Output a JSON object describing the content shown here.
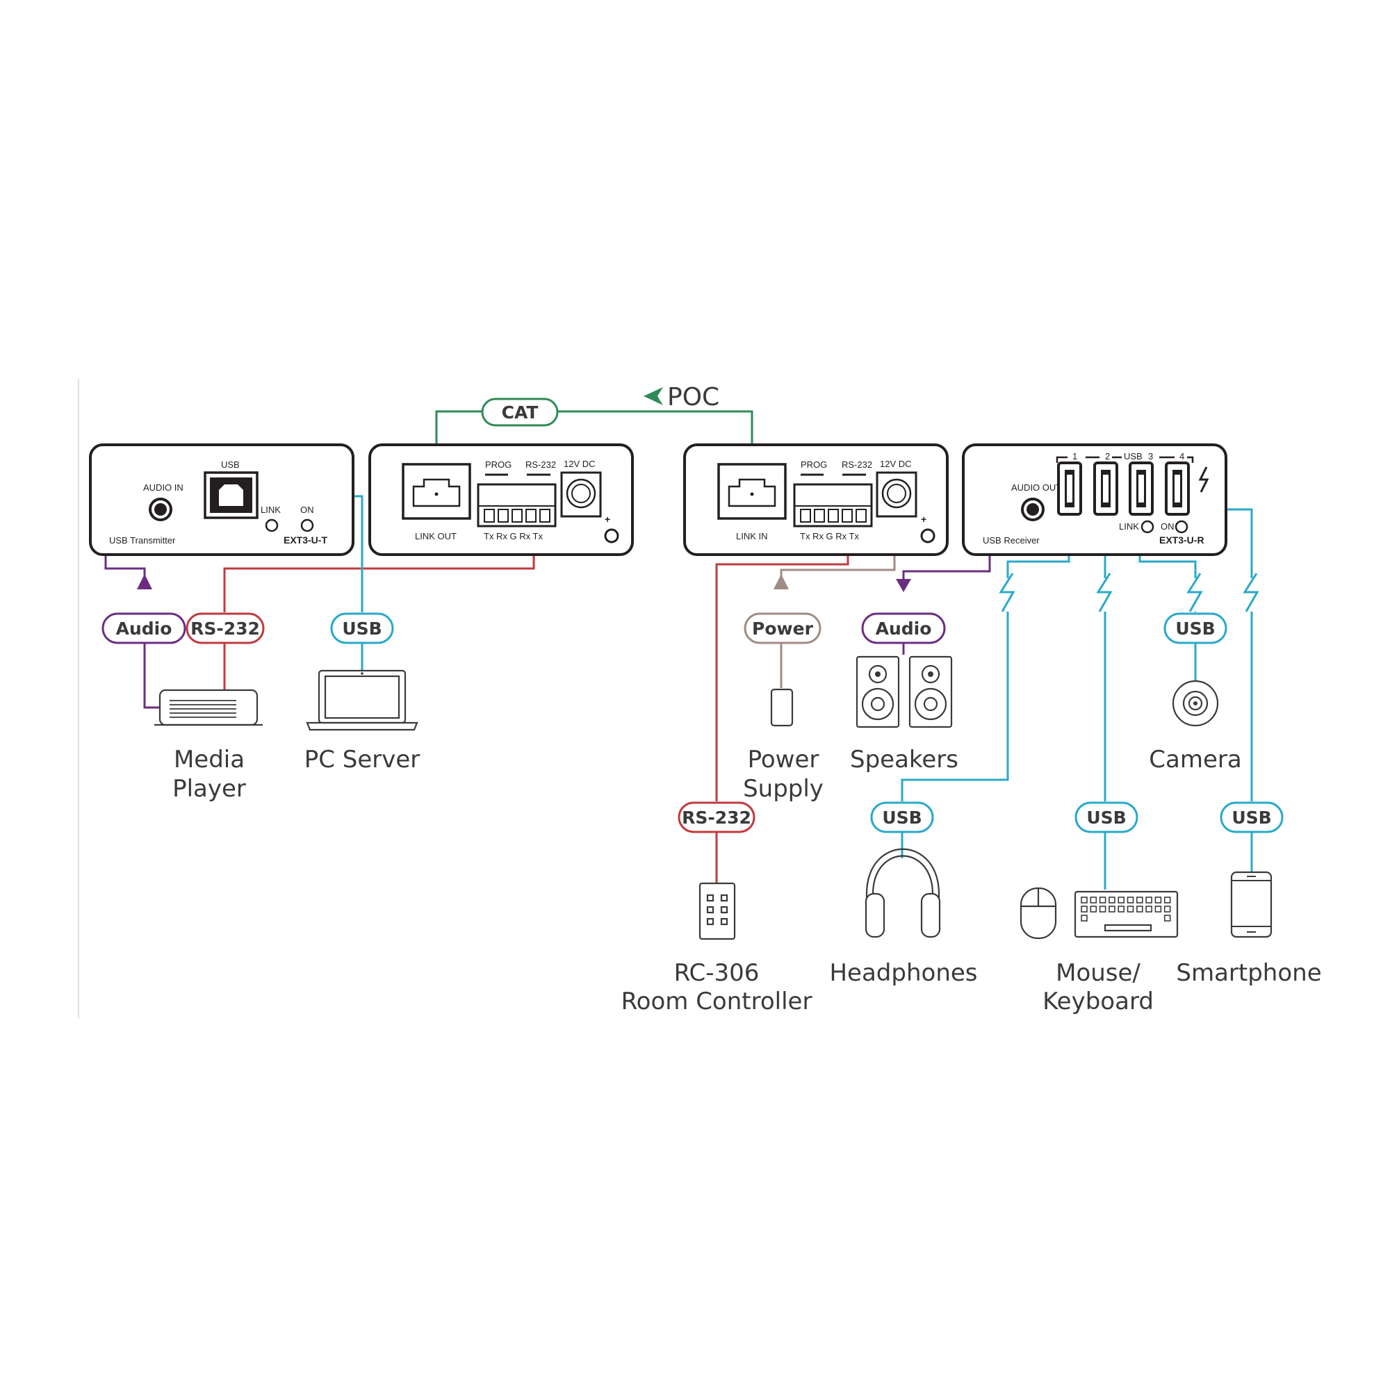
{
  "title": "POC",
  "colors": {
    "usb": "#29a9c9",
    "cat": "#2e8b57",
    "audio": "#6b2d82",
    "rs232": "#c03a3e",
    "power": "#a08c84",
    "outline": "#231f20"
  },
  "tags": {
    "cat": "CAT",
    "audio": "Audio",
    "rs232": "RS-232",
    "usb": "USB",
    "power": "Power"
  },
  "transmitter": {
    "front": {
      "audio_in": "AUDIO IN",
      "usb": "USB",
      "link": "LINK",
      "on": "ON",
      "name": "USB Transmitter",
      "model": "EXT3-U-T"
    },
    "rear": {
      "link_out": "LINK OUT",
      "prog": "PROG",
      "rs232": "RS-232",
      "dc": "12V DC",
      "pins": "Tx  Rx  G  Rx  Tx"
    }
  },
  "receiver": {
    "rear": {
      "link_in": "LINK IN",
      "prog": "PROG",
      "rs232": "RS-232",
      "dc": "12V DC",
      "pins": "Tx  Rx  G  Rx  Tx"
    },
    "front": {
      "audio_out": "AUDIO OUT",
      "name": "USB Receiver",
      "usb": "USB",
      "ports": [
        "1",
        "2",
        "3",
        "4"
      ],
      "link": "LINK",
      "on": "ON",
      "model": "EXT3-U-R"
    }
  },
  "devices": {
    "media_player": [
      "Media",
      "Player"
    ],
    "pc_server": "PC Server",
    "power_supply": [
      "Power",
      "Supply"
    ],
    "speakers": "Speakers",
    "camera": "Camera",
    "rc306": [
      "RC-306",
      "Room Controller"
    ],
    "headphones": "Headphones",
    "mouse_keyboard": [
      "Mouse/",
      "Keyboard"
    ],
    "smartphone": "Smartphone"
  }
}
